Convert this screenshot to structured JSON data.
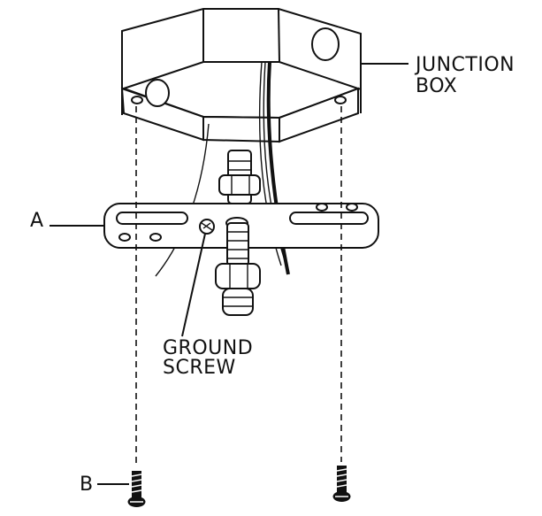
{
  "labels": {
    "junction_box_line1": "JUNCTION",
    "junction_box_line2": "BOX",
    "part_a": "A",
    "ground_screw_line1": "GROUND",
    "ground_screw_line2": "SCREW",
    "part_b": "B"
  },
  "colors": {
    "ink": "#111111",
    "paper": "#ffffff"
  }
}
